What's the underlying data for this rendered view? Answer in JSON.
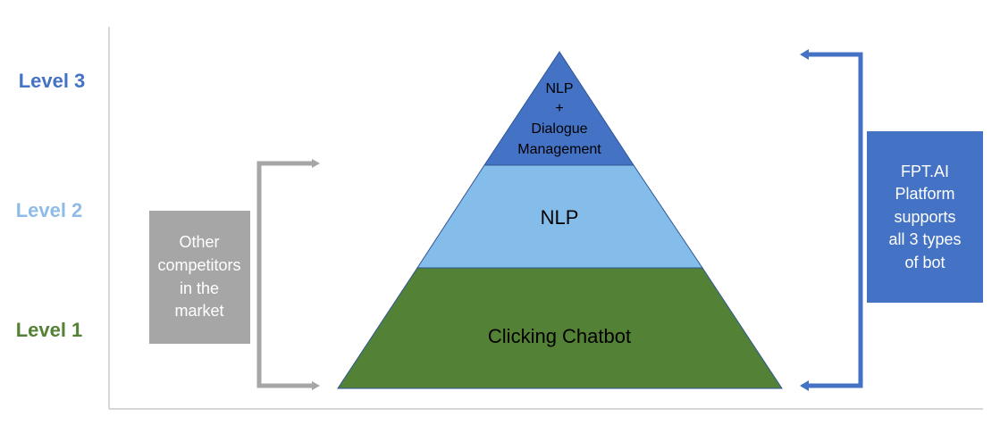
{
  "levels": [
    {
      "label": "Level 3",
      "color": "#4472C4"
    },
    {
      "label": "Level 2",
      "color": "#8FBCE6"
    },
    {
      "label": "Level 1",
      "color": "#538135"
    }
  ],
  "pyramid": {
    "top": {
      "lines": [
        "NLP",
        "+",
        "Dialogue",
        "Management"
      ],
      "color": "#4472C4"
    },
    "middle": {
      "text": "NLP",
      "color": "#84BDE9"
    },
    "bottom": {
      "text": "Clicking Chatbot",
      "color": "#538135"
    }
  },
  "left_box": {
    "lines": [
      "Other",
      "competitors",
      "in the",
      "market"
    ],
    "color": "#A6A6A6",
    "bracket_color": "#A6A6A6"
  },
  "right_box": {
    "lines": [
      "FPT.AI",
      "Platform",
      "supports",
      "all 3 types",
      "of bot"
    ],
    "color": "#4472C4",
    "bracket_color": "#4472C4"
  }
}
